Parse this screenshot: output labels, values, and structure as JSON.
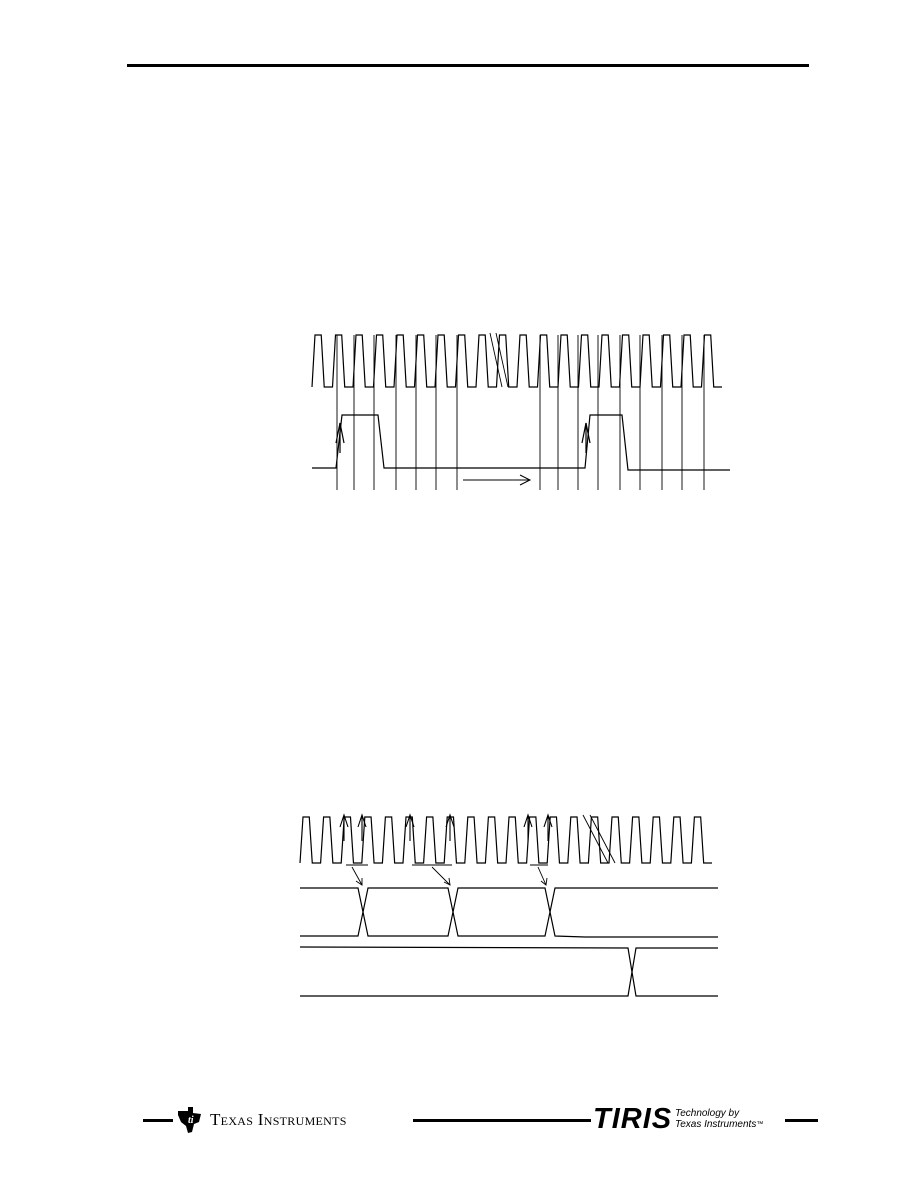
{
  "footer": {
    "company": "Texas Instruments",
    "brand": "TIRIS",
    "tagline_line1": "Technology by",
    "tagline_line2": "Texas Instruments",
    "trademark": "™"
  },
  "colors": {
    "ink": "#000000",
    "paper": "#ffffff"
  },
  "icons": {
    "company_logo": "ti-logo-icon"
  }
}
